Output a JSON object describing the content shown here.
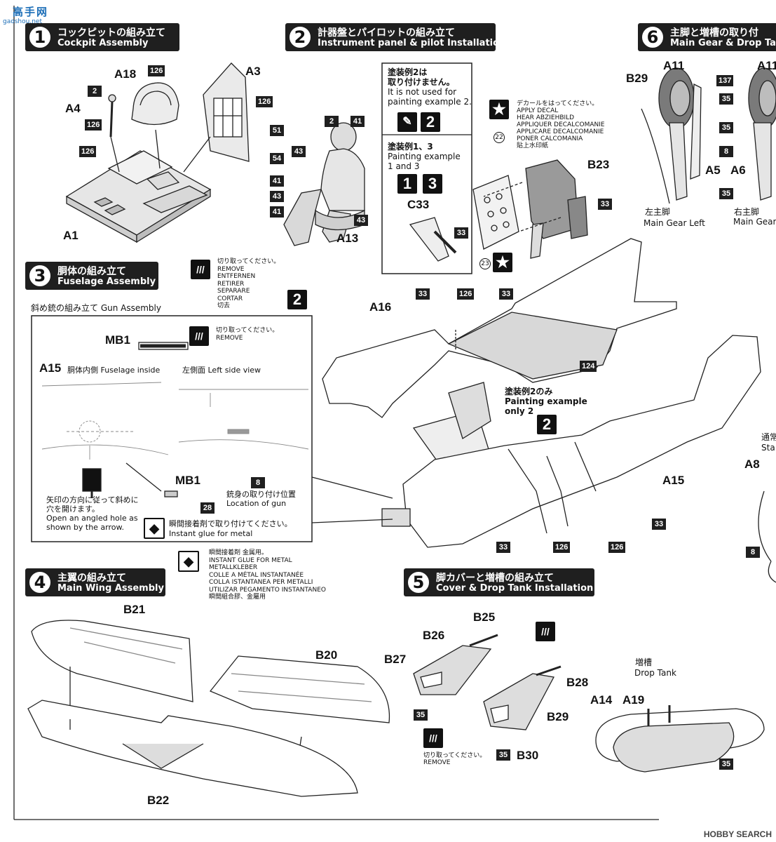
{
  "watermark": {
    "title": "高手网",
    "url": "gaoshou.net"
  },
  "steps": [
    {
      "num": "1",
      "title_jp": "コックピットの組み立て",
      "title_en": "Cockpit Assembly"
    },
    {
      "num": "2",
      "title_jp": "計器盤とパイロットの組み立て",
      "title_en": "Instrument panel & pilot Installation"
    },
    {
      "num": "6",
      "title_jp": "主脚と増槽の取り付",
      "title_en": "Main Gear & Drop Ta"
    },
    {
      "num": "3",
      "title_jp": "胴体の組み立て",
      "title_en": "Fuselage Assembly"
    },
    {
      "num": "4",
      "title_jp": "主翼の組み立て",
      "title_en": "Main Wing Assembly"
    },
    {
      "num": "5",
      "title_jp": "脚カバーと増槽の組み立て",
      "title_en": "Cover & Drop Tank Installation"
    }
  ],
  "step1": {
    "parts": [
      "A18",
      "A3",
      "A4",
      "A1"
    ],
    "colors": [
      "126",
      "2",
      "126",
      "126",
      "126"
    ]
  },
  "step2": {
    "not_used_jp": [
      "塗装例2は",
      "取り付けません。"
    ],
    "not_used_en": [
      "It is not used for",
      "painting example 2."
    ],
    "painting_jp": "塗装例1、3",
    "painting_en": [
      "Painting example",
      "1 and 3"
    ],
    "example_nums": [
      "1",
      "3",
      "2"
    ],
    "parts": [
      "C33",
      "B23",
      "A13"
    ],
    "pilot_colors": [
      "2",
      "41",
      "51",
      "43",
      "54",
      "41",
      "43",
      "41",
      "43"
    ],
    "panel_colors": [
      "33",
      "33"
    ],
    "decal": [
      "デカールをはってください。",
      "APPLY DECAL",
      "HEAR ABZIEHBILD",
      "APPLIQUER DECALCOMANIE",
      "APPLICARE DECALCOMANIE",
      "PONER CALCOMANIA",
      "貼上水印紙"
    ],
    "decal_nums": [
      "22",
      "23"
    ]
  },
  "step6": {
    "parts": [
      "A11",
      "A11",
      "B29",
      "A5",
      "A6"
    ],
    "colors": [
      "137",
      "35",
      "35",
      "8",
      "35"
    ],
    "left_jp": "左主脚",
    "left_en": "Main Gear Left",
    "right_jp": "右主脚",
    "right_en": "Main Gear"
  },
  "step3": {
    "remove": [
      "切り取ってください。",
      "REMOVE",
      "ENTFERNEN",
      "RETIRER",
      "SEPARARE",
      "CORTAR",
      "切去"
    ],
    "gun_title": "斜め銃の組み立て Gun Assembly",
    "mb1": "MB1",
    "remove_small": [
      "切り取ってください。",
      "REMOVE"
    ],
    "a15_label": "A15",
    "fuselage_inside": "胴体内側 Fuselage inside",
    "left_side": "左側面 Left side view",
    "hole_jp": [
      "矢印の方向に従って斜めに",
      "穴を開けます。"
    ],
    "hole_en": [
      "Open an angled hole as",
      "shown by the arrow."
    ],
    "gun_loc_jp": "銃身の取り付け位置",
    "gun_loc_en": "Location of gun",
    "glue_jp": "瞬間接着剤で取り付けてください。",
    "glue_en": "Instant glue for metal",
    "mb1_colors": [
      "8",
      "28"
    ],
    "fuse_parts": [
      "A16",
      "A15"
    ],
    "fuse_colors": [
      "33",
      "126",
      "33",
      "124",
      "33",
      "126",
      "126",
      "33"
    ],
    "only2_jp": "塗装例2のみ",
    "only2_en": [
      "Painting example",
      "only 2"
    ],
    "right_parts": [
      "A8"
    ],
    "right_colors": [
      "8"
    ],
    "right_text": [
      "通常",
      "Sta"
    ]
  },
  "glue_note": [
    "瞬間接着剤 金属用。",
    "INSTANT GLUE FOR METAL",
    "METALLKLEBER",
    "COLLE A MÉTAL INSTANTANÉE",
    "COLLA ISTANTANEA PER METALLI",
    "UTILIZAR PEGAMENTO INSTANTANEO",
    "瞬間組合膠、金屬用"
  ],
  "step4": {
    "parts": [
      "B21",
      "B20",
      "B22"
    ]
  },
  "step5": {
    "parts": [
      "B25",
      "B26",
      "B27",
      "B28",
      "B29",
      "B30"
    ],
    "colors": [
      "35",
      "35"
    ],
    "remove": [
      "切り取ってください。",
      "REMOVE"
    ]
  },
  "droptank": {
    "jp": "増槽",
    "en": "Drop Tank",
    "parts": [
      "A14",
      "A19"
    ],
    "color": "35"
  },
  "logo": "HOBBY SEARCH"
}
